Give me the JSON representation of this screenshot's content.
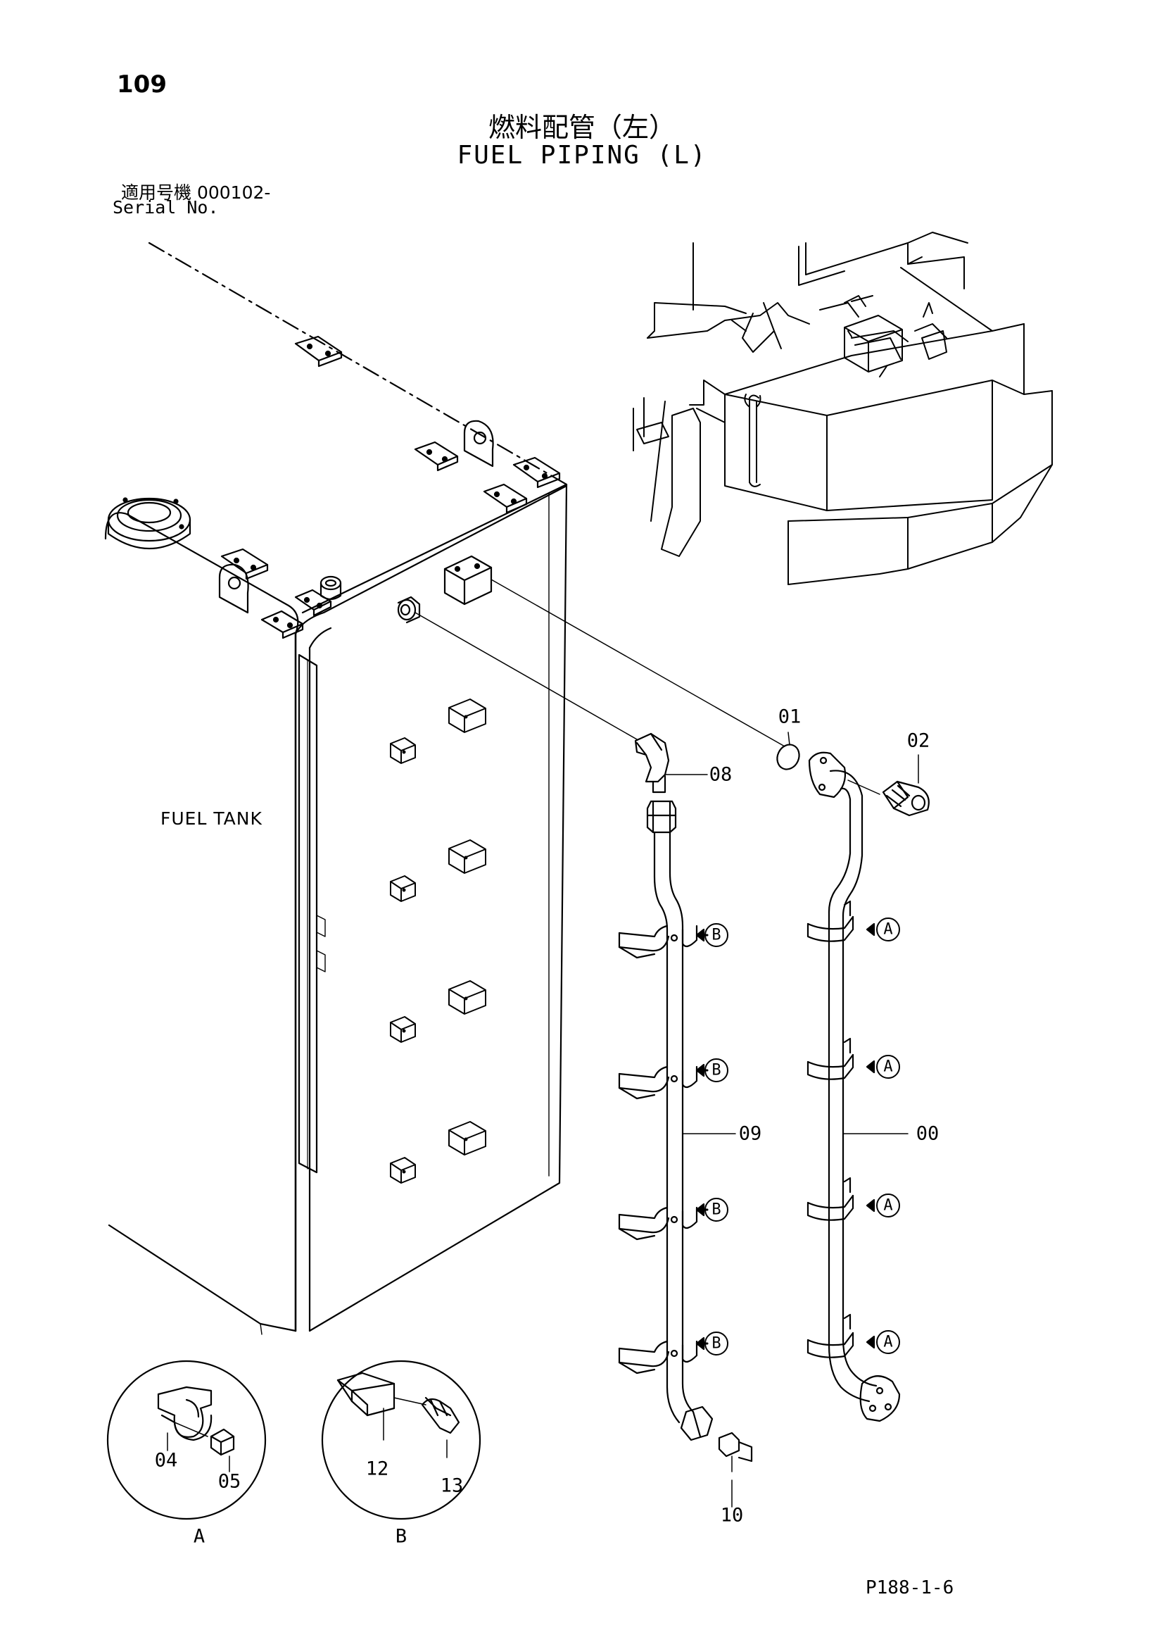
{
  "header": {
    "page_number": "109",
    "title_jp": "燃料配管（左）",
    "title_en": "FUEL PIPING (L)",
    "serial_jp": "適用号機  000102-",
    "serial_en": "Serial No."
  },
  "diagram": {
    "tank_label": "FUEL TANK",
    "part_labels": {
      "p00": "00",
      "p01": "01",
      "p02": "02",
      "p04": "04",
      "p05": "05",
      "p08": "08",
      "p09": "09",
      "p10": "10",
      "p12": "12",
      "p13": "13"
    },
    "detail_refs": {
      "a": "A",
      "b": "B"
    }
  },
  "footer": {
    "figure_code": "P188-1-6"
  }
}
